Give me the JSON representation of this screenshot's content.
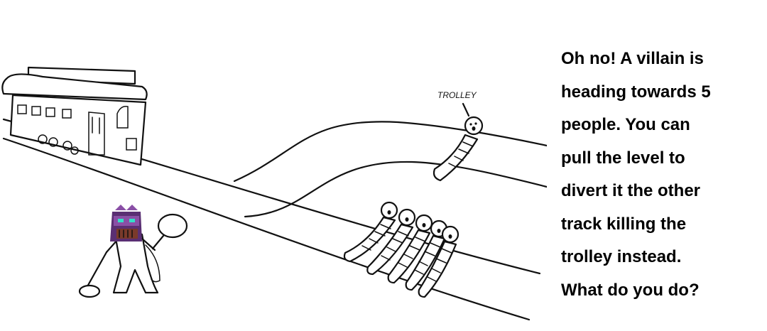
{
  "scene": {
    "trolley_sign": "TROLLEY",
    "colors": {
      "ink": "#111111",
      "villain_head": "#8a4fa6",
      "villain_eye": "#34e0c8"
    }
  },
  "caption": {
    "lines": [
      "Oh no! A villain is",
      "heading towards 5",
      "people. You can",
      "pull the level to",
      "divert it the other",
      "track killing the",
      "trolley instead.",
      "What do you do?"
    ]
  }
}
